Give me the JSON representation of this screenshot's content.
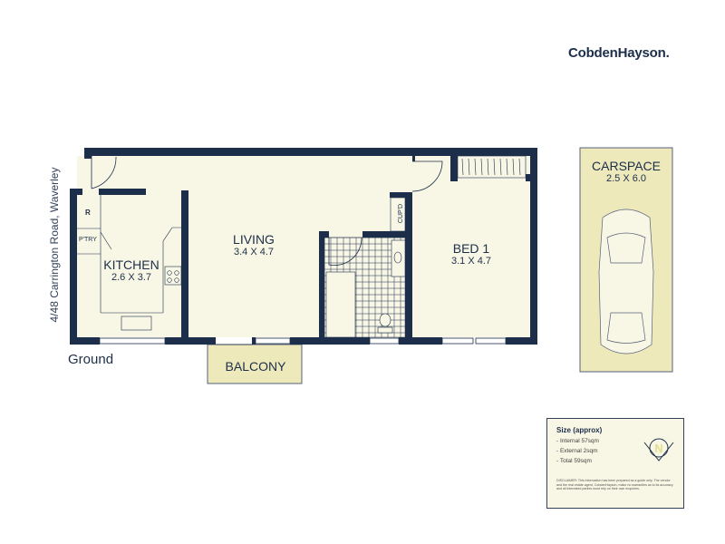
{
  "brand": "CobdenHayson.",
  "address": "4/48 Carrington Road, Waverley",
  "level": "Ground",
  "rooms": {
    "kitchen": {
      "name": "KITCHEN",
      "dims": "2.6 X 3.7"
    },
    "living": {
      "name": "LIVING",
      "dims": "3.4 X 4.7"
    },
    "bed1": {
      "name": "BED 1",
      "dims": "3.1 X 4.7"
    },
    "balcony": {
      "name": "BALCONY"
    },
    "carspace": {
      "name": "CARSPACE",
      "dims": "2.5 X 6.0"
    },
    "fridge": "R",
    "pantry": "P'TRY",
    "cupboard": "CUP'D"
  },
  "size_box": {
    "title": "Size (approx)",
    "rows": [
      "- Internal 57sqm",
      "- External 2sqm",
      "- Total 59sqm"
    ],
    "compass": "N",
    "disclaimer": "DISCLAIMER: This information has been prepared as a guide only. The vendor and the real estate agent, CobdenHayson, make no warranties as to its accuracy and all interested parties must rely on their own enquiries."
  },
  "colors": {
    "wall": "#1c2e4a",
    "floor": "#f8f6e4",
    "outdoor": "#ede9bb"
  }
}
